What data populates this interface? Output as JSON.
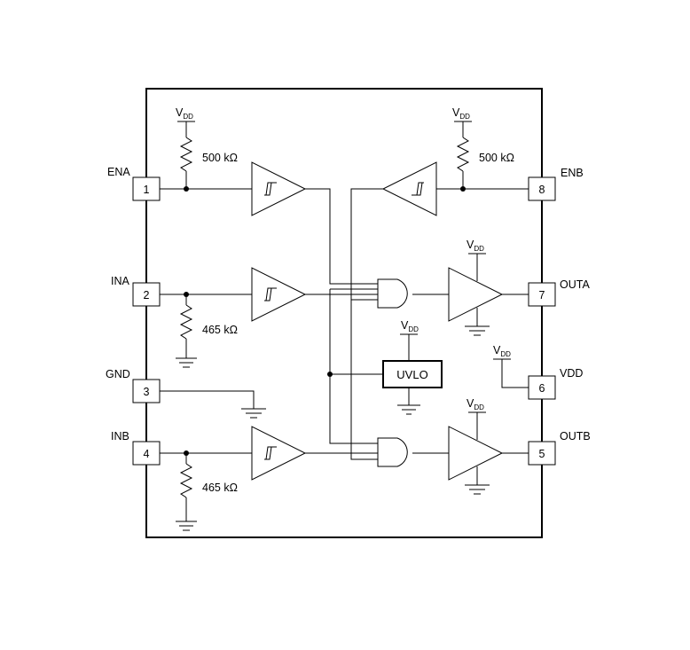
{
  "pins": [
    {
      "number": "1",
      "name": "ENA"
    },
    {
      "number": "2",
      "name": "INA"
    },
    {
      "number": "3",
      "name": "GND"
    },
    {
      "number": "4",
      "name": "INB"
    },
    {
      "number": "5",
      "name": "OUTB"
    },
    {
      "number": "6",
      "name": "VDD"
    },
    {
      "number": "7",
      "name": "OUTA"
    },
    {
      "number": "8",
      "name": "ENB"
    }
  ],
  "supply": {
    "main": "V",
    "sub": "DD"
  },
  "resistors": {
    "ena": "500 kΩ",
    "enb": "500 kΩ",
    "ina": "465 kΩ",
    "inb": "465 kΩ"
  },
  "uvlo_label": "UVLO"
}
